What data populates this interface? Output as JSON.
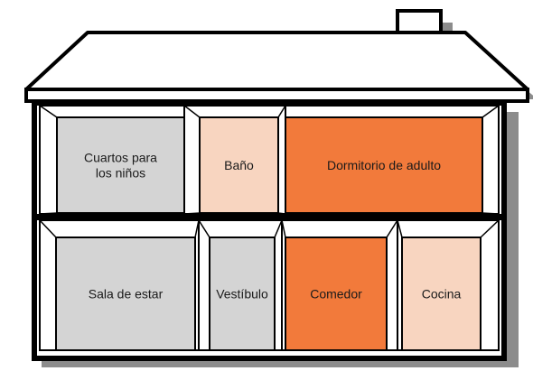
{
  "house": {
    "colors": {
      "gray": "#d4d4d4",
      "peach": "#f8d5c0",
      "orange": "#f27a3b",
      "outline": "#000000",
      "shadow": "#8c8c8c",
      "background": "#ffffff"
    },
    "rooms": [
      {
        "id": "cuartos-para-los-ninos",
        "lines": [
          "Cuartos para",
          "los niños"
        ],
        "fill": "gray"
      },
      {
        "id": "bano",
        "lines": [
          "Baño"
        ],
        "fill": "peach"
      },
      {
        "id": "dormitorio-de-adulto",
        "lines": [
          "Dormitorio de adulto"
        ],
        "fill": "orange"
      },
      {
        "id": "sala-de-estar",
        "lines": [
          "Sala de estar"
        ],
        "fill": "gray"
      },
      {
        "id": "vestibulo",
        "lines": [
          "Vestíbulo"
        ],
        "fill": "gray"
      },
      {
        "id": "comedor",
        "lines": [
          "Comedor"
        ],
        "fill": "orange"
      },
      {
        "id": "cocina",
        "lines": [
          "Cocina"
        ],
        "fill": "peach"
      }
    ]
  }
}
